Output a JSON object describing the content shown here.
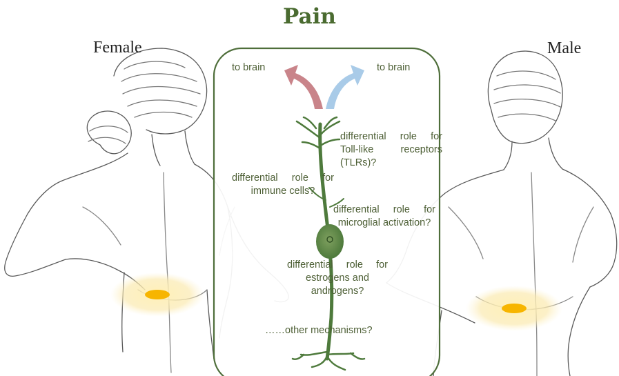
{
  "title": "Pain",
  "left_label": "Female",
  "right_label": "Male",
  "arrows": {
    "left": {
      "label": "to brain",
      "color": "#c9848a"
    },
    "right": {
      "label": "to brain",
      "color": "#a9cbe8"
    }
  },
  "questions": {
    "tlr": [
      "differential role for",
      "Toll-like receptors",
      "(TLRs)?"
    ],
    "immune": [
      "differential role for",
      "immune cells?"
    ],
    "microglia": [
      "differential role for",
      "microglial activation?"
    ],
    "hormones": [
      "differential role for",
      "estrogens and",
      "androgens?"
    ],
    "other": "……other mechanisms?"
  },
  "colors": {
    "neuron": "#4e7a3c",
    "frame": "#4e6e3a",
    "text": "#4d5f35",
    "pain_spot": "#f7b500",
    "pain_glow": "#fbe9a8",
    "sketch": "#555555"
  }
}
